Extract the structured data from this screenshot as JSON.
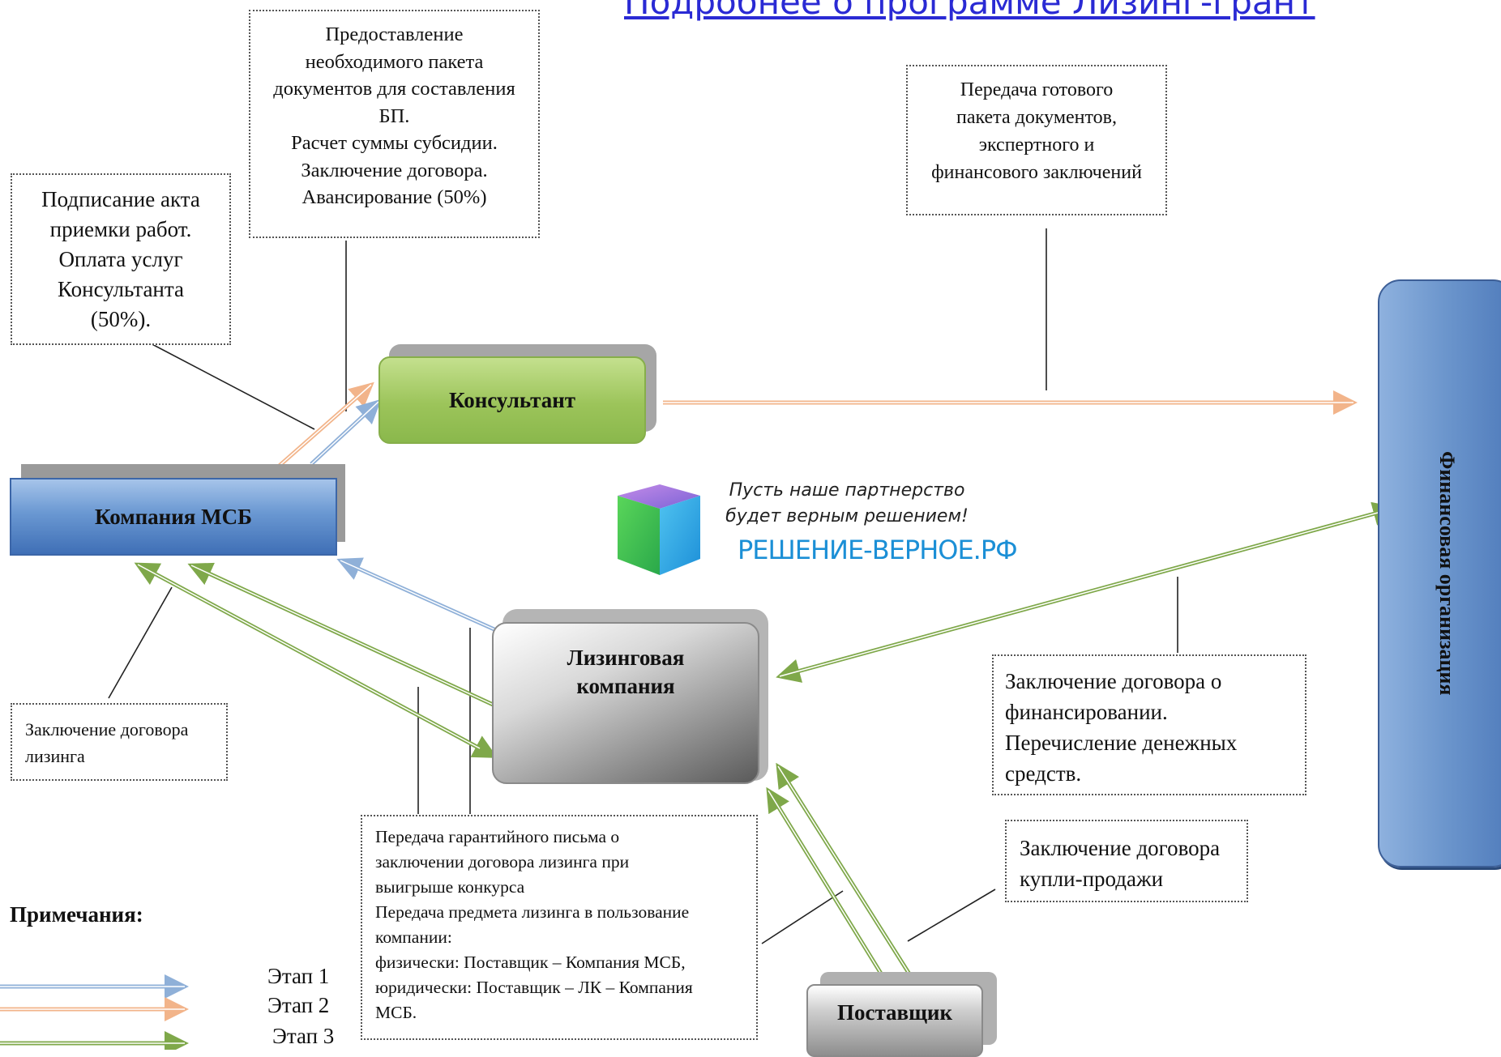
{
  "link": {
    "text": "Подробнее о программе Лизинг-грант"
  },
  "nodes": {
    "consultant": "Консультант",
    "msb": "Компания МСБ",
    "leasing": "Лизинговая\nкомпания",
    "supplier": "Поставщик",
    "finance": "Финансовая организация"
  },
  "notes": {
    "consultant_docs": "Предоставление\nнеобходимого пакета\nдокументов для составления\nБП.\nРасчет суммы субсидии.\nЗаключение договора.\nАвансирование (50%)",
    "acceptance": "Подписание акта\nприемки работ.\nОплата услуг\nКонсультанта\n(50%).",
    "transfer_package": "Передача готового\nпакета документов,\nэкспертного и\nфинансового заключений",
    "lease_contract": "Заключение договора\nлизинга",
    "financing": "Заключение договора о\nфинансировании.\nПеречисление денежных\nсредств.",
    "purchase": "Заключение договора\nкупли-продажи",
    "guarantee": "Передача гарантийного письма о\nзаключении договора лизинга при\nвыигрыше конкурса\nПередача предмета лизинга в пользование\nкомпании:\nфизически: Поставщик – Компания МСБ,\nюридически: Поставщик – ЛК – Компания\nМСБ."
  },
  "legend": {
    "title": "Примечания:",
    "items": [
      {
        "label": "Этап 1",
        "color": "#8fb0d8"
      },
      {
        "label": "Этап 2",
        "color": "#f2b48a"
      },
      {
        "label": "Этап 3",
        "color": "#7fa84a"
      }
    ]
  },
  "watermark": {
    "tagline": "Пусть наше партнерство\nбудет верным решением!",
    "site": "РЕШЕНИЕ-ВЕРНОЕ.РФ"
  },
  "colors": {
    "stage1": "#8fb0d8",
    "stage2": "#f2b48a",
    "stage3": "#7fa84a",
    "link": "#2a2ad4",
    "consultant": "#9cc45a",
    "msb": "#4a7cc0",
    "finance": "#5b86c2"
  }
}
